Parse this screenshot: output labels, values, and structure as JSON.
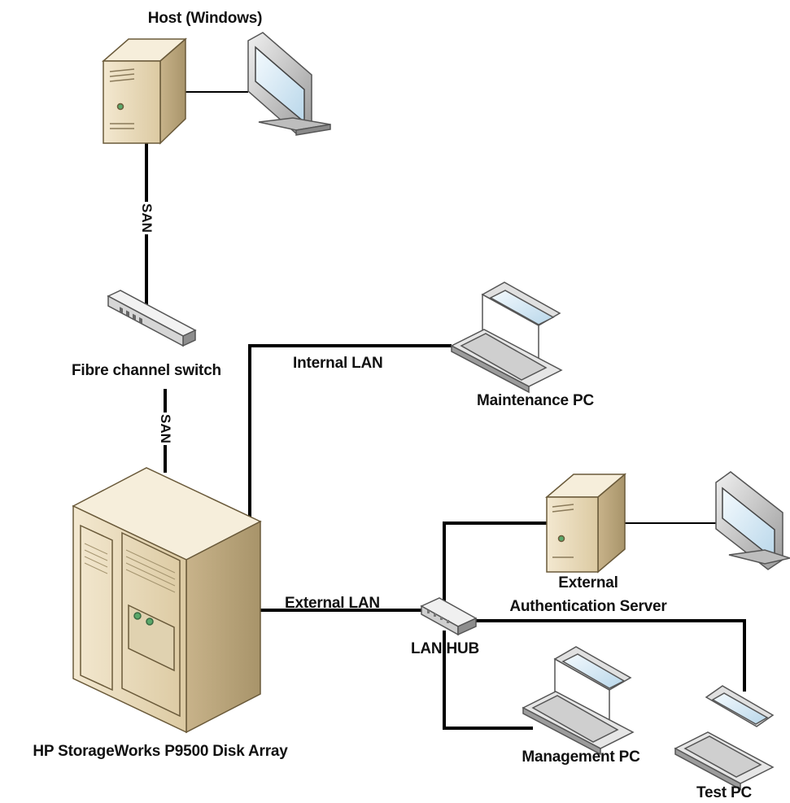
{
  "nodes": {
    "host": "Host (Windows)",
    "fc_switch": "Fibre channel switch",
    "disk_array": "HP StorageWorks P9500 Disk Array",
    "maintenance_pc": "Maintenance PC",
    "ext_auth_line1": "External",
    "ext_auth_line2": "Authentication Server",
    "lan_hub": "LAN HUB",
    "management_pc": "Management PC",
    "test_pc": "Test PC"
  },
  "links": {
    "san_top": "SAN",
    "san_bottom": "SAN",
    "internal_lan": "Internal LAN",
    "external_lan": "External LAN"
  },
  "colors": {
    "line": "#000000",
    "case_body": "#e9dcbf",
    "case_side": "#cbb88f",
    "case_top": "#f6eedb",
    "screen": "#d9ecf7",
    "monitor_frame": "#c9c9c9"
  }
}
